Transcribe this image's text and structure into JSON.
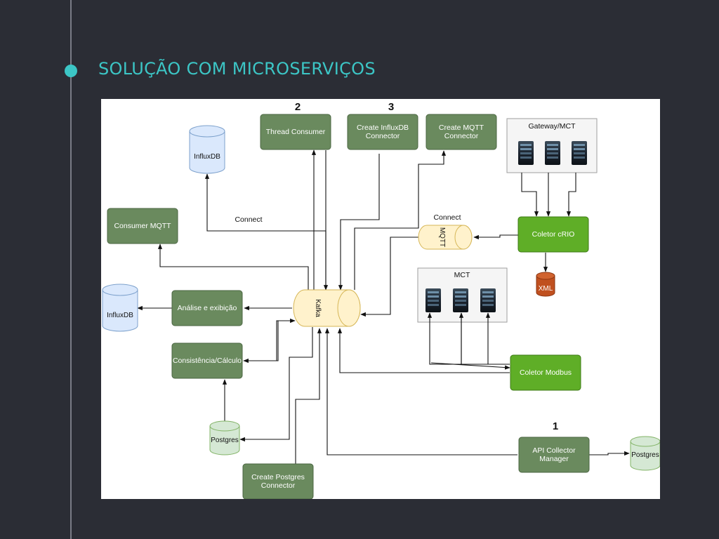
{
  "slide": {
    "title": "SOLUÇÃO COM MICROSERVIÇOS"
  },
  "diagram": {
    "numbers": {
      "n1": "1",
      "n2": "2",
      "n3": "3"
    },
    "services": {
      "thread_consumer": "Thread Consumer",
      "create_influx_1": "Create InfluxDB",
      "create_influx_2": "Connector",
      "create_mqtt_1": "Create MQTT",
      "create_mqtt_2": "Connector",
      "consumer_mqtt": "Consumer MQTT",
      "analise": "Análise e exibição",
      "consistencia": "Consistência/Cálculo",
      "create_pg_1": "Create Postgres",
      "create_pg_2": "Connector",
      "api_1": "API Collector",
      "api_2": "Manager",
      "coletor_crio": "Coletor cRIO",
      "coletor_modbus": "Coletor Modbus"
    },
    "stores": {
      "influx_top": "InfluxDB",
      "influx_left": "InfluxDB",
      "postgres_left": "Postgres",
      "postgres_right": "Postgres",
      "xml": "XML"
    },
    "queues": {
      "kafka": "Kafka",
      "mqtt": "MQTT"
    },
    "groups": {
      "gateway": "Gateway/MCT",
      "mct": "MCT"
    },
    "labels": {
      "connect_left": "Connect",
      "connect_right": "Connect"
    },
    "colors": {
      "service_dark": "#6a8a5e",
      "service_green": "#5fae27",
      "db_blue": "#dae8fc",
      "db_green": "#d5e8d4",
      "queue": "#fff2cc",
      "xml": "#c0501f"
    }
  }
}
